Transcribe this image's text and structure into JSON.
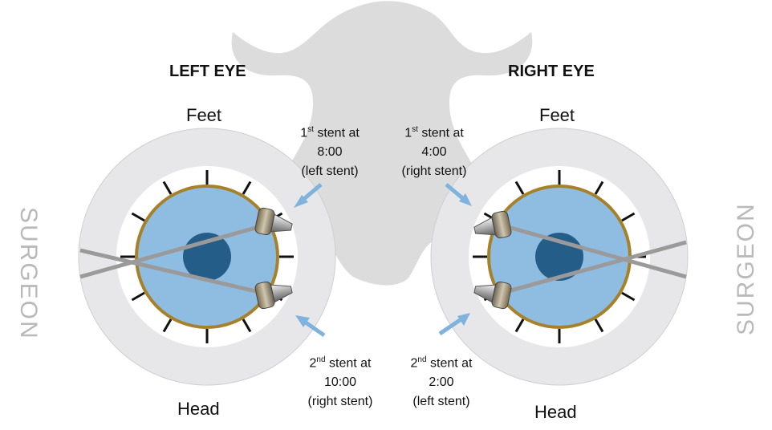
{
  "left_eye": {
    "title": "LEFT EYE",
    "top_label": "Feet",
    "bottom_label": "Head",
    "surgeon_label": "SURGEON",
    "first_stent": {
      "ordinal": "1",
      "suffix": "st",
      "line1_rest": " stent at",
      "time": "8:00",
      "which": "(left stent)"
    },
    "second_stent": {
      "ordinal": "2",
      "suffix": "nd",
      "line1_rest": " stent at",
      "time": "10:00",
      "which": "(right stent)"
    }
  },
  "right_eye": {
    "title": "RIGHT EYE",
    "top_label": "Feet",
    "bottom_label": "Head",
    "surgeon_label": "SURGEON",
    "first_stent": {
      "ordinal": "1",
      "suffix": "st",
      "line1_rest": " stent at",
      "time": "4:00",
      "which": "(right stent)"
    },
    "second_stent": {
      "ordinal": "2",
      "suffix": "nd",
      "line1_rest": " stent at",
      "time": "2:00",
      "which": "(left stent)"
    }
  },
  "colors": {
    "face_silhouette": "#dcdcdc",
    "outer_ring": "#e7e6e8",
    "sclera": "#ffffff",
    "iris": "#8fbde2",
    "iris_border": "#a7812a",
    "pupil": "#245e88",
    "clock_tick": "#111111",
    "instrument": "#9a9a9a",
    "arrow": "#7fb2dc",
    "surgeon_text": "#b9b9b9"
  }
}
